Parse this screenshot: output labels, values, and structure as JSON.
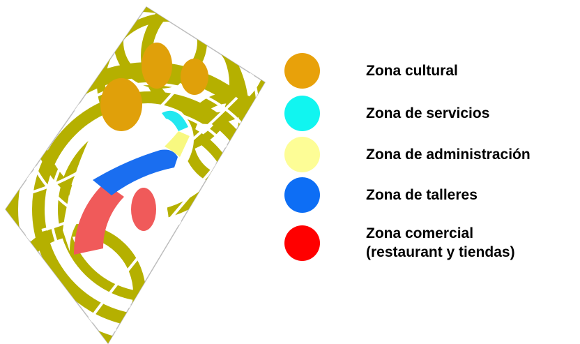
{
  "legend": {
    "items": [
      {
        "label": "Zona cultural",
        "color": "#E8A10A"
      },
      {
        "label": "Zona de servicios",
        "color": "#11F5F0"
      },
      {
        "label": "Zona de administración",
        "color": "#FDFD96"
      },
      {
        "label": "Zona de talleres",
        "color": "#0D6EF5"
      },
      {
        "label_lines": [
          "Zona comercial",
          "(restaurant y tiendas)"
        ],
        "color": "#FF0000"
      }
    ]
  },
  "plan_colors": {
    "vegetation": "#B5B000",
    "cultural": "#E0A00A",
    "services": "#22E8F0",
    "administration": "#F8F880",
    "workshops": "#1A6EF0",
    "commercial": "#F05A5A",
    "paths": "#FFFFFF"
  }
}
